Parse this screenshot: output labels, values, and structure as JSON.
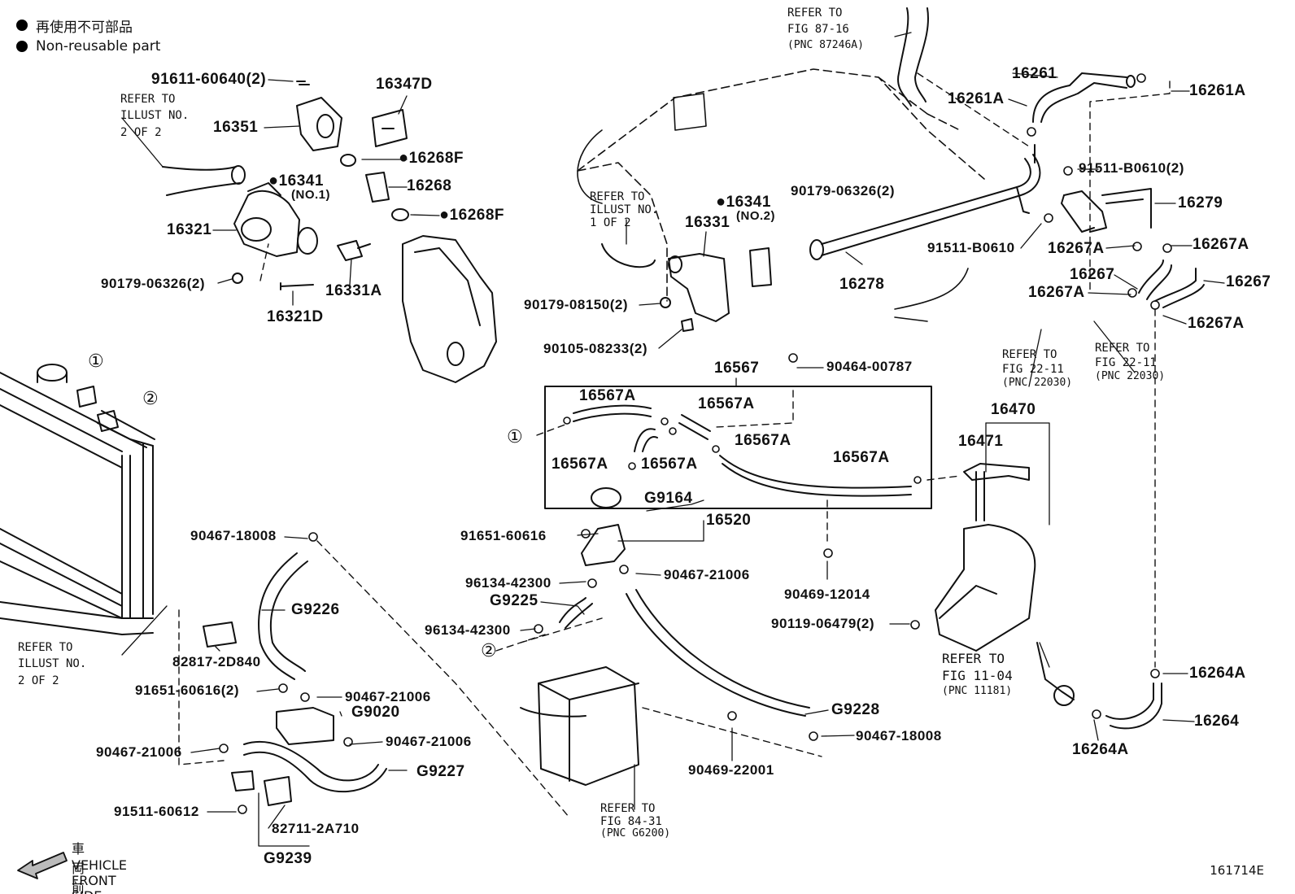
{
  "legend": {
    "jp": "再使用不可部品",
    "en": "Non-reusable part"
  },
  "figure_id": "161714E",
  "front": {
    "jp": "車両前方",
    "en": "VEHICLE FRONT SIDE"
  },
  "markers": {
    "one": "①",
    "two": "②"
  },
  "refs": {
    "r1": [
      "REFER TO",
      "FIG 87-16",
      "(PNC 87246A)"
    ],
    "r2": [
      "REFER TO",
      "ILLUST NO.",
      "2 OF 2"
    ],
    "r3": [
      "REFER TO",
      "ILLUST NO.",
      "1 OF 2"
    ],
    "r4": [
      "REFER TO",
      "FIG 22-11",
      "(PNC 22030)"
    ],
    "r5": [
      "REFER TO",
      "FIG 22-11",
      "(PNC 22030)"
    ],
    "r6": [
      "REFER TO",
      "ILLUST NO.",
      "2 OF 2"
    ],
    "r7": [
      "REFER TO",
      "FIG 11-04",
      "(PNC 11181)"
    ],
    "r8": [
      "REFER TO",
      "FIG 84-31",
      "(PNC G6200)"
    ]
  },
  "labels": {
    "p91611_60640": "91611-60640(2)",
    "p16347D": "16347D",
    "p16351": "16351",
    "p16268F_a": "16268F",
    "p16268": "16268",
    "p16268F_b": "16268F",
    "p16341_1": "16341",
    "no1": "(NO.1)",
    "p16321": "16321",
    "p90179_06326_a": "90179-06326(2)",
    "p16331A": "16331A",
    "p16321D": "16321D",
    "p16341_2": "16341",
    "no2": "(NO.2)",
    "p16331": "16331",
    "p90179_08150": "90179-08150(2)",
    "p90105_08233": "90105-08233(2)",
    "p90179_06326_b": "90179-06326(2)",
    "p16278": "16278",
    "p16261": "16261",
    "p16261A_a": "16261A",
    "p16261A_b": "16261A",
    "p91511_B0610_2": "91511-B0610(2)",
    "p16279": "16279",
    "p91511_B0610": "91511-B0610",
    "p16267A_a": "16267A",
    "p16267A_b": "16267A",
    "p16267_a": "16267",
    "p16267_b": "16267",
    "p16267A_c": "16267A",
    "p16267A_d": "16267A",
    "p90464_00787": "90464-00787",
    "p16567": "16567",
    "p16567A_1": "16567A",
    "p16567A_2": "16567A",
    "p16567A_3": "16567A",
    "p16567A_4": "16567A",
    "p16567A_5": "16567A",
    "p16567A_6": "16567A",
    "pG9164": "G9164",
    "p16520": "16520",
    "p91651_60616": "91651-60616",
    "p96134_42300_a": "96134-42300",
    "p90467_21006_a": "90467-21006",
    "pG9225": "G9225",
    "p96134_42300_b": "96134-42300",
    "p90469_12014": "90469-12014",
    "p16470": "16470",
    "p16471": "16471",
    "p90119_06479": "90119-06479(2)",
    "p90467_18008_a": "90467-18008",
    "pG9226": "G9226",
    "p82817_2D840": "82817-2D840",
    "p91651_60616_2": "91651-60616(2)",
    "p90467_21006_b": "90467-21006",
    "pG9020": "G9020",
    "p90467_21006_c": "90467-21006",
    "p90467_21006_d": "90467-21006",
    "pG9227": "G9227",
    "p91511_60612": "91511-60612",
    "p82711_2A710": "82711-2A710",
    "pG9239": "G9239",
    "pG9228": "G9228",
    "p90467_18008_b": "90467-18008",
    "p90469_22001": "90469-22001",
    "p16264A_a": "16264A",
    "p16264": "16264",
    "p16264A_b": "16264A"
  }
}
